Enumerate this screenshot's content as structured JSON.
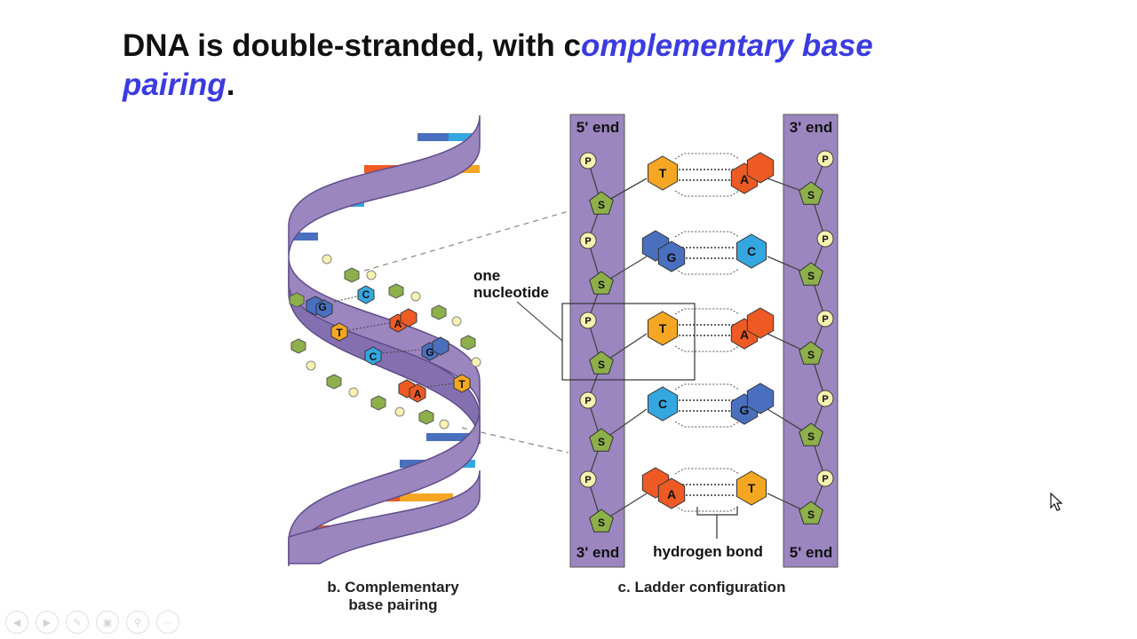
{
  "title": {
    "part1": "DNA is double-stranded, with c",
    "part2": "omplementary base pairing",
    "part3": "."
  },
  "labels": {
    "end5_top": "5' end",
    "end3_top": "3' end",
    "end3_bottom": "3' end",
    "end5_bottom": "5' end",
    "one_nucleotide_1": "one",
    "one_nucleotide_2": "nucleotide",
    "hydrogen_bond": "hydrogen bond",
    "phosphate": "P",
    "sugar": "S"
  },
  "ladder_pairs": [
    {
      "left": "T",
      "right": "A",
      "left_color": "#f5a623",
      "right_color": "#ee5a24"
    },
    {
      "left": "G",
      "right": "C",
      "left_color": "#4a6fbf",
      "right_color": "#35a7e0"
    },
    {
      "left": "T",
      "right": "A",
      "left_color": "#f5a623",
      "right_color": "#ee5a24"
    },
    {
      "left": "C",
      "right": "G",
      "left_color": "#35a7e0",
      "right_color": "#4a6fbf"
    },
    {
      "left": "A",
      "right": "T",
      "left_color": "#ee5a24",
      "right_color": "#f5a623"
    }
  ],
  "helix_bases": [
    {
      "l": "G",
      "r": "C"
    },
    {
      "l": "T",
      "r": "A"
    },
    {
      "l": "C",
      "r": "G"
    },
    {
      "l": "A",
      "r": "T"
    }
  ],
  "captions": {
    "b_line1": "b. Complementary",
    "b_line2": "base pairing",
    "c": "c. Ladder configuration"
  },
  "colors": {
    "title_highlight": "#3b3be0",
    "strand": "#9b86c0",
    "strand_dark": "#6d5a96",
    "sugar": "#8db04a",
    "phosphate": "#f7f2b0",
    "adenine": "#ee5a24",
    "thymine": "#f5a623",
    "guanine": "#4a6fbf",
    "cytosine": "#35a7e0"
  },
  "toolbar": [
    "prev-icon",
    "next-icon",
    "pen-icon",
    "slides-icon",
    "zoom-icon",
    "more-icon"
  ]
}
